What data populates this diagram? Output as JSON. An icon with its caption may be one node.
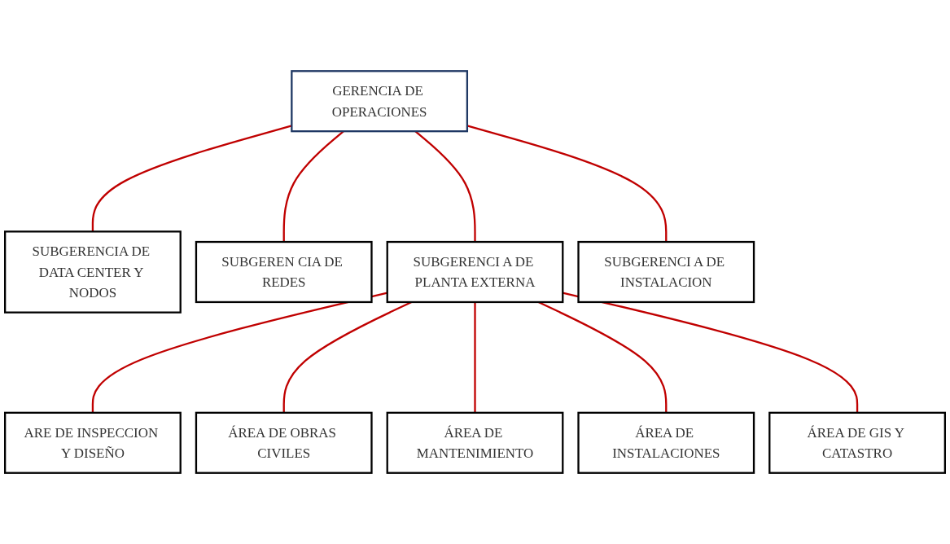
{
  "diagram": {
    "nodes": [
      {
        "text": [
          "GERENCIA DE OPERACIONES"
        ]
      },
      {
        "text": [
          "SUBGERENCIA DE DATA CENTER Y NODOS"
        ]
      },
      {
        "text": [
          "SUBGEREN CIA DE REDES"
        ]
      },
      {
        "text": [
          "SUBGERENCI A DE PLANTA EXTERNA"
        ]
      },
      {
        "text": [
          "SUBGERENCI A DE INSTALACION"
        ]
      },
      {
        "text": [
          "ARE DE INSPECCION Y DISEÑO"
        ]
      },
      {
        "text": [
          "ÁREA DE OBRAS CIVILES"
        ]
      },
      {
        "text": [
          "ÁREA DE MANTENIMIENTO"
        ]
      },
      {
        "text": [
          "ÁREA DE INSTALACIONES"
        ]
      },
      {
        "text": [
          "ÁREA DE GIS Y CATASTRO"
        ]
      }
    ],
    "edges": [
      {
        "from": 0,
        "to": 1,
        "arrow": "none"
      },
      {
        "from": 0,
        "to": 2,
        "arrow": "none"
      },
      {
        "from": 0,
        "to": 3,
        "arrow": "none"
      },
      {
        "from": 0,
        "to": 4,
        "arrow": "none"
      },
      {
        "from": 3,
        "to": 5,
        "arrow": "none"
      },
      {
        "from": 3,
        "to": 6,
        "arrow": "none"
      },
      {
        "from": 3,
        "to": 7,
        "arrow": "none"
      },
      {
        "from": 3,
        "to": 8,
        "arrow": "none"
      },
      {
        "from": 3,
        "to": 9,
        "arrow": "none"
      }
    ]
  }
}
